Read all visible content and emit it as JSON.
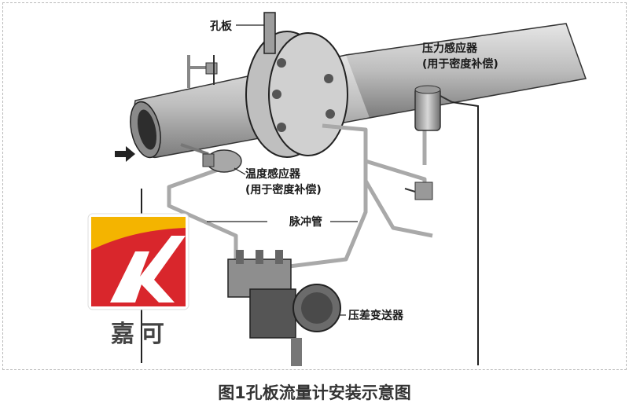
{
  "labels": {
    "orifice": "孔板",
    "pressure_sensor_1": "压力感应器",
    "pressure_sensor_2": "(用于密度补偿)",
    "temp_sensor_1": "温度感应器",
    "temp_sensor_2": "(用于密度补偿)",
    "impulse_pipe": "脉冲管",
    "dp_transmitter": "压差变送器"
  },
  "watermark": {
    "text": "嘉可"
  },
  "caption": "图1孔板流量计安装示意图",
  "colors": {
    "logo_red": "#d9262c",
    "logo_yellow": "#f4b400",
    "pipe": "#b9b9b9"
  }
}
